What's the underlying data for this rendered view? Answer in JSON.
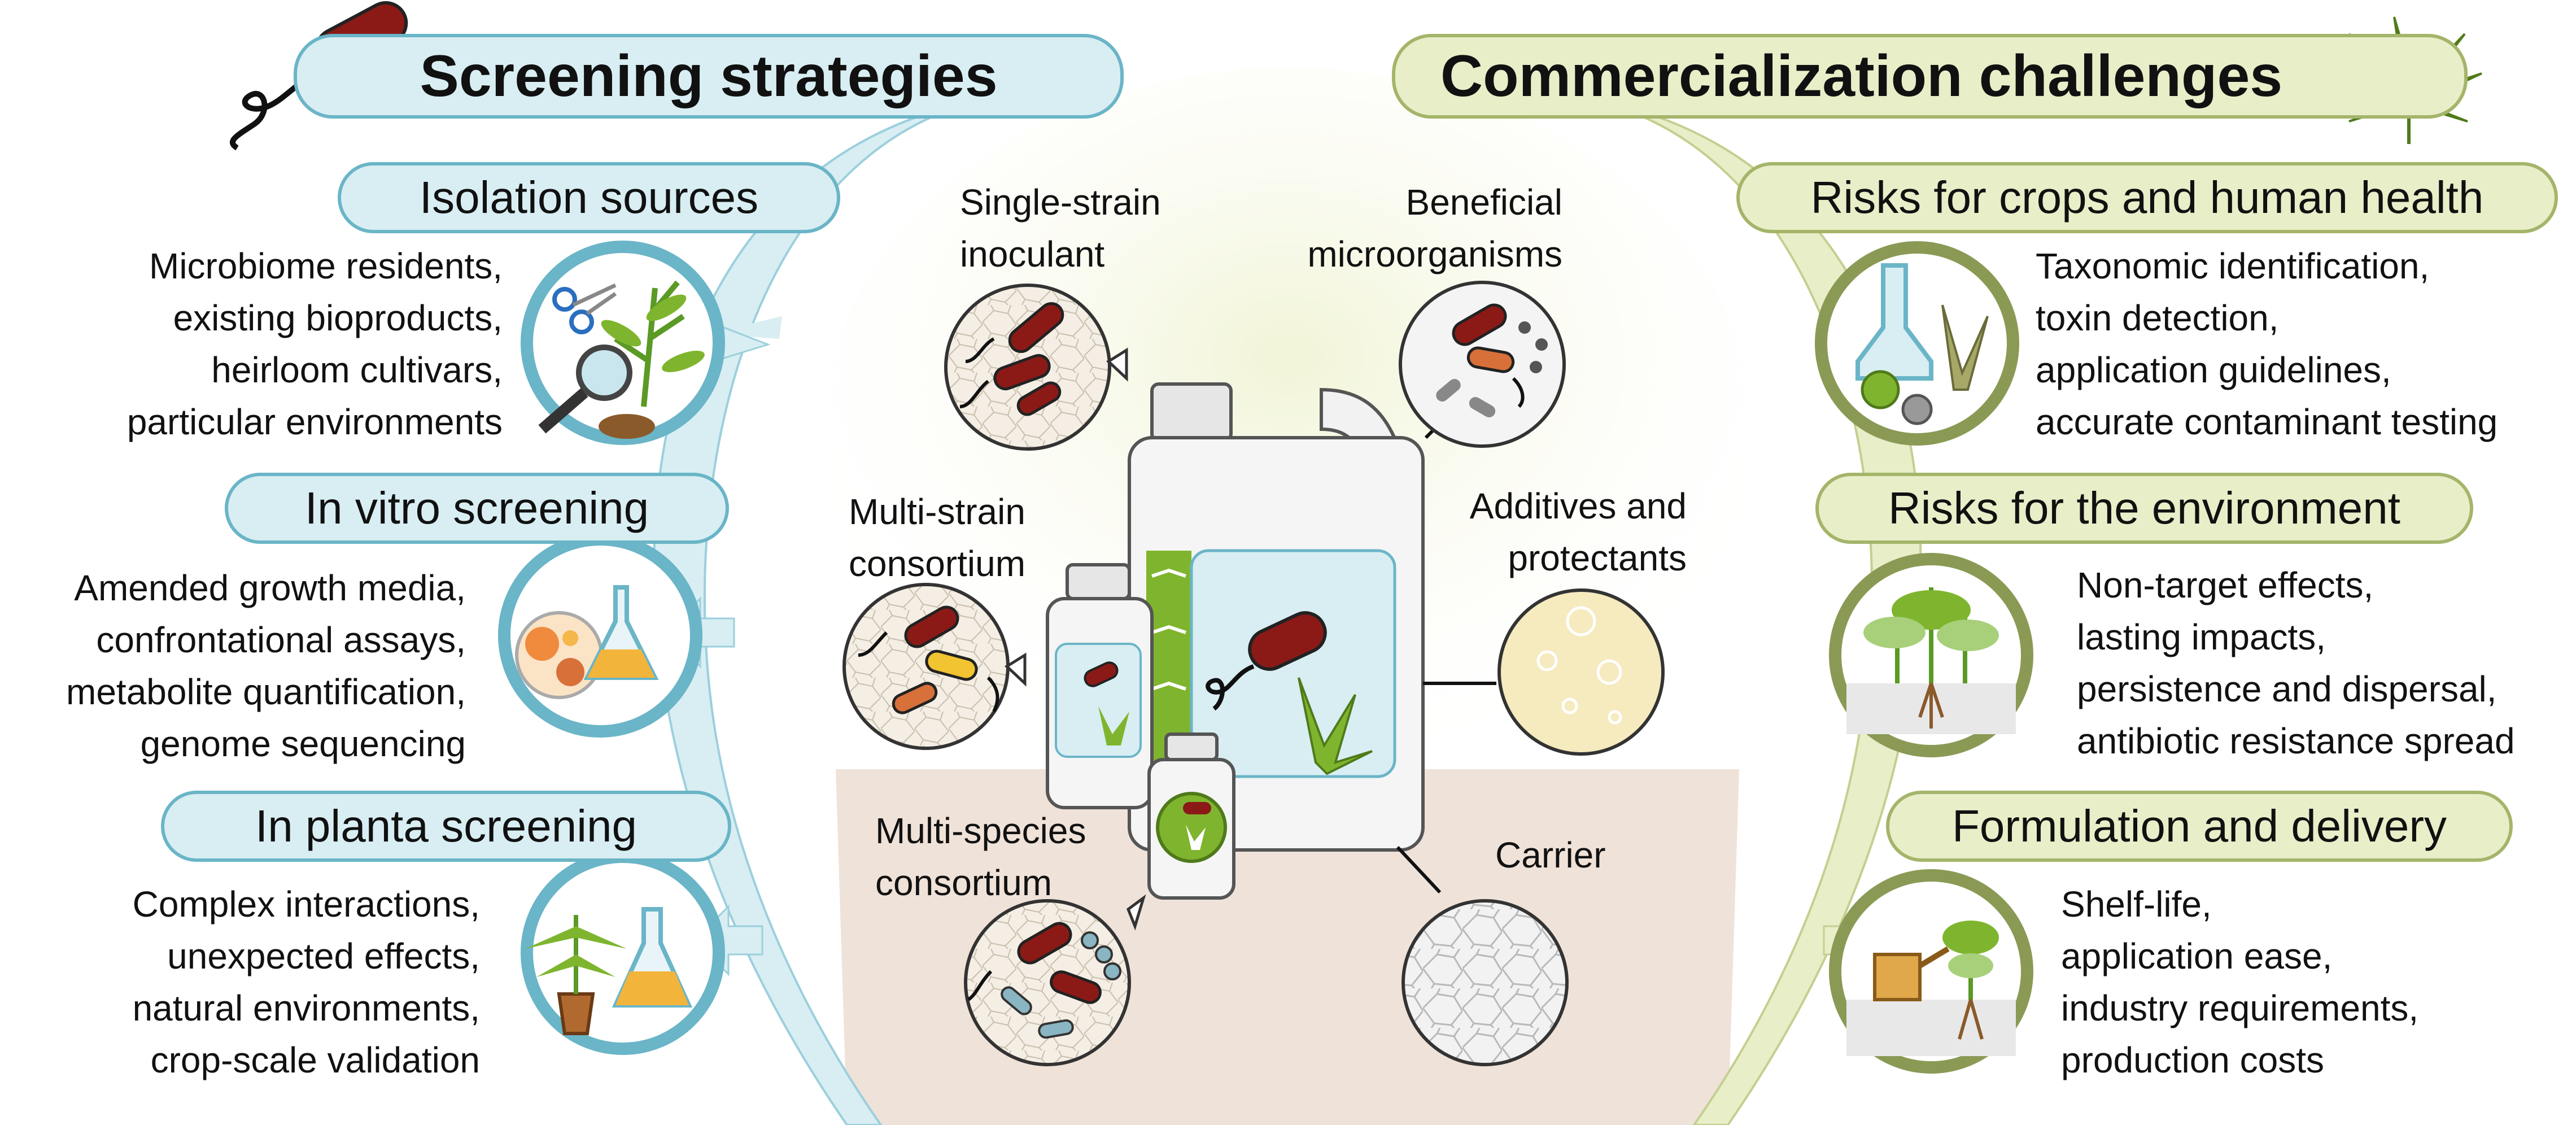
{
  "left": {
    "header": "Screening strategies",
    "sections": [
      {
        "title": "Isolation sources",
        "lines": [
          "Microbiome residents,",
          "existing bioproducts,",
          "heirloom cultivars,",
          "particular environments"
        ]
      },
      {
        "title": "In vitro screening",
        "lines": [
          "Amended growth media,",
          "confrontational assays,",
          "metabolite quantification,",
          "genome sequencing"
        ]
      },
      {
        "title": "In planta screening",
        "lines": [
          "Complex interactions,",
          "unexpected effects,",
          "natural environments,",
          "crop-scale validation"
        ]
      }
    ]
  },
  "right": {
    "header": "Commercialization challenges",
    "sections": [
      {
        "title": "Risks for crops and human health",
        "lines": [
          "Taxonomic identification,",
          "toxin detection,",
          "application guidelines,",
          "accurate contaminant testing"
        ]
      },
      {
        "title": "Risks for the environment",
        "lines": [
          "Non-target effects,",
          "lasting impacts,",
          "persistence and dispersal,",
          "antibiotic resistance spread"
        ]
      },
      {
        "title": "Formulation and delivery",
        "lines": [
          "Shelf-life,",
          "application ease,",
          "industry requirements,",
          "production costs"
        ]
      }
    ]
  },
  "center": {
    "single_strain": [
      "Single-strain",
      "inoculant"
    ],
    "multi_strain": [
      "Multi-strain",
      "consortium"
    ],
    "multi_species": [
      "Multi-species",
      "consortium"
    ],
    "beneficial": [
      "Beneficial",
      "microorganisms"
    ],
    "additives": [
      "Additives and",
      "protectants"
    ],
    "carrier": "Carrier"
  },
  "colors": {
    "blue_fill": "#d8eef3",
    "blue_stroke": "#6ab5c7",
    "green_fill": "#e8eec8",
    "green_stroke": "#a4b56a",
    "bacterium": "#8b1a17",
    "soil": "#ead8cc"
  }
}
